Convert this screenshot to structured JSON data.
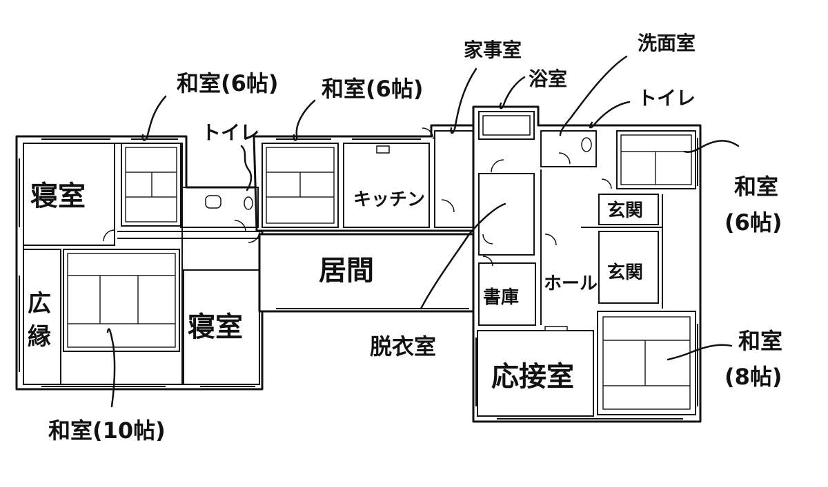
{
  "rooms": {
    "bedroom_west": "寝室",
    "engawa_line1": "広",
    "engawa_line2": "縁",
    "bedroom_south": "寝室",
    "living": "居間",
    "kitchen": "キッチン",
    "study": "書庫",
    "hall": "ホール",
    "entrance_upper": "玄関",
    "entrance_lower": "玄関",
    "reception": "応接室"
  },
  "callouts": {
    "washitsu_6a": "和室(6帖)",
    "toilet_a": "トイレ",
    "washitsu_6b": "和室(6帖)",
    "utility": "家事室",
    "bath": "浴室",
    "washroom": "洗面室",
    "toilet_b": "トイレ",
    "washitsu_6c_line1": "和室",
    "washitsu_6c_line2": "(6帖)",
    "dressing": "脱衣室",
    "washitsu_8_line1": "和室",
    "washitsu_8_line2": "(8帖)",
    "washitsu_10": "和室(10帖)"
  }
}
